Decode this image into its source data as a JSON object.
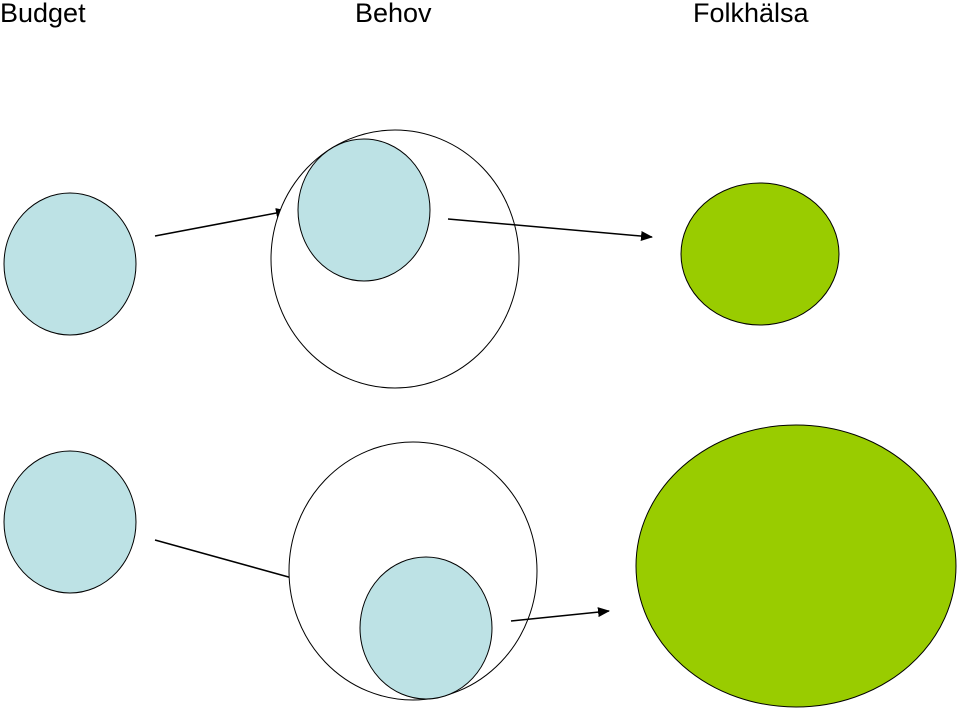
{
  "header": {
    "budget": "Budget",
    "behov": "Behov",
    "folkhalsa": "Folkhälsa"
  },
  "colors": {
    "budget_fill": "#bde2e5",
    "need_outline": "#000000",
    "health_fill": "#99cc00",
    "stroke": "#000000"
  }
}
